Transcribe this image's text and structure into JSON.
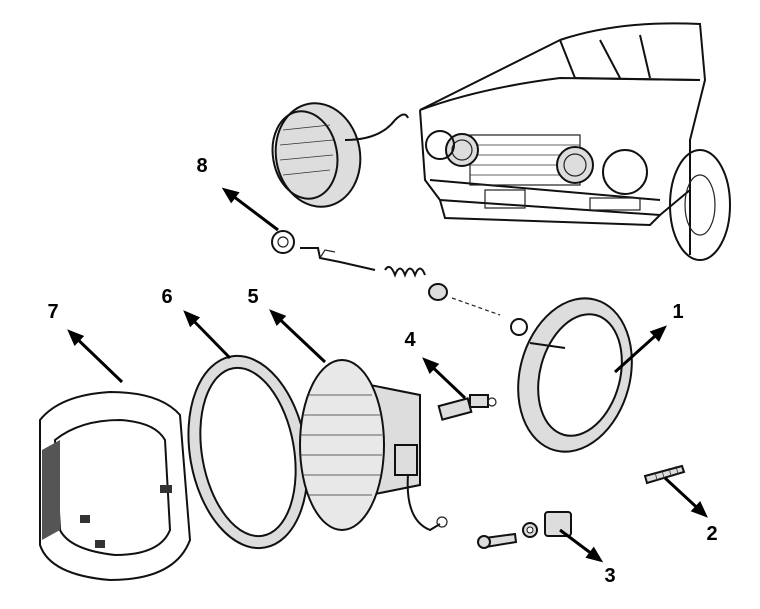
{
  "callouts": [
    {
      "id": "1",
      "label": "1"
    },
    {
      "id": "2",
      "label": "2"
    },
    {
      "id": "3",
      "label": "3"
    },
    {
      "id": "4",
      "label": "4"
    },
    {
      "id": "5",
      "label": "5"
    },
    {
      "id": "6",
      "label": "6"
    },
    {
      "id": "7",
      "label": "7"
    },
    {
      "id": "8",
      "label": "8"
    }
  ],
  "colors": {
    "ink": "#111111",
    "paper": "#ffffff",
    "shade": "#dddddd"
  }
}
